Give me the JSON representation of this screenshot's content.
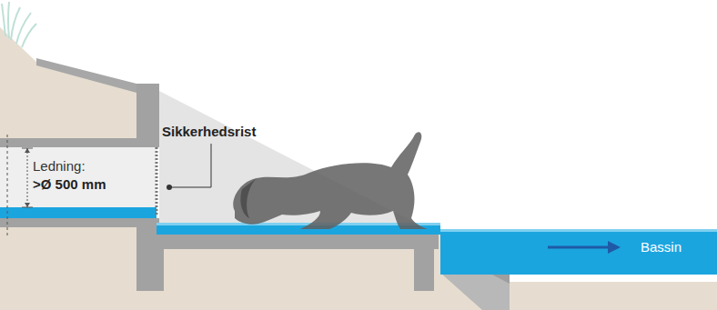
{
  "diagram": {
    "labels": [
      "Sikkerhedsrist",
      "Ledning:",
      ">Ø 500 mm",
      "Bassin"
    ]
  }
}
